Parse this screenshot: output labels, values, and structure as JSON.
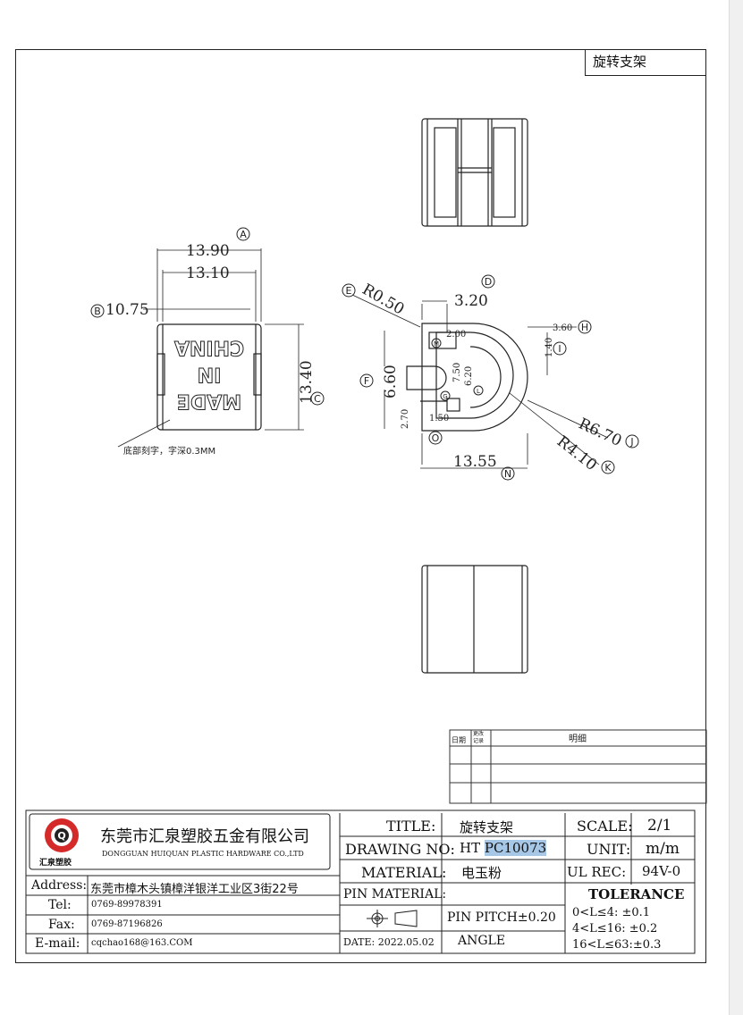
{
  "part_name_box": "旋转支架",
  "dims": {
    "a_outer": "13.90",
    "a_inner": "13.10",
    "b": "10.75",
    "c": "13.40",
    "d": "3.20",
    "e": "R0.50",
    "f": "6.60",
    "f2": "7.50",
    "f3": "6.20",
    "g": "2.70",
    "m": "2.00",
    "h": "3.60",
    "i": "1.40",
    "j": "R6.70",
    "k": "R4.10",
    "n": "13.55",
    "o": "1.50"
  },
  "markers": [
    "A",
    "B",
    "C",
    "D",
    "E",
    "F",
    "H",
    "I",
    "J",
    "K",
    "N",
    "O",
    "M",
    "G",
    "L"
  ],
  "engraving": [
    "MADE",
    "IN",
    "CHINA"
  ],
  "note": "底部刻字，字深0.3MM",
  "revision": {
    "date_label": "日期",
    "change_label": "更改\n记录",
    "detail_label": "明细"
  },
  "title_block": {
    "company_cn": "东莞市汇泉塑胶五金有限公司",
    "company_en": "DONGGUAN HUIQUAN PLASTIC HARDWARE CO.,LTD",
    "logo_text": "汇泉塑胶",
    "address_label": "Address:",
    "address": "东莞市樟木头镇樟洋银洋工业区3街22号",
    "tel_label": "Tel:",
    "tel": "0769-89978391",
    "fax_label": "Fax:",
    "fax": "0769-87196826",
    "email_label": "E-mail:",
    "email": "cqchao168@163.COM",
    "title_label": "TITLE:",
    "title": "旋转支架",
    "drawing_no_label": "DRAWING NO:",
    "drawing_no_prefix": "HT",
    "drawing_no": "PC10073",
    "material_label": "MATERIAL:",
    "material": "电玉粉",
    "pin_material_label": "PIN MATERIAL:",
    "pin_pitch": "PIN PITCH±0.20",
    "date": "DATE: 2022.05.02",
    "angle": "ANGLE",
    "scale_label": "SCALE:",
    "scale": "2/1",
    "unit_label": "UNIT:",
    "unit": "m/m",
    "ul_label": "UL REC:",
    "ul": "94V-0",
    "tolerance_label": "TOLERANCE",
    "tol1": "0<L≤4:  ±0.1",
    "tol2": "4<L≤16:  ±0.2",
    "tol3": "16<L≤63:±0.3"
  }
}
